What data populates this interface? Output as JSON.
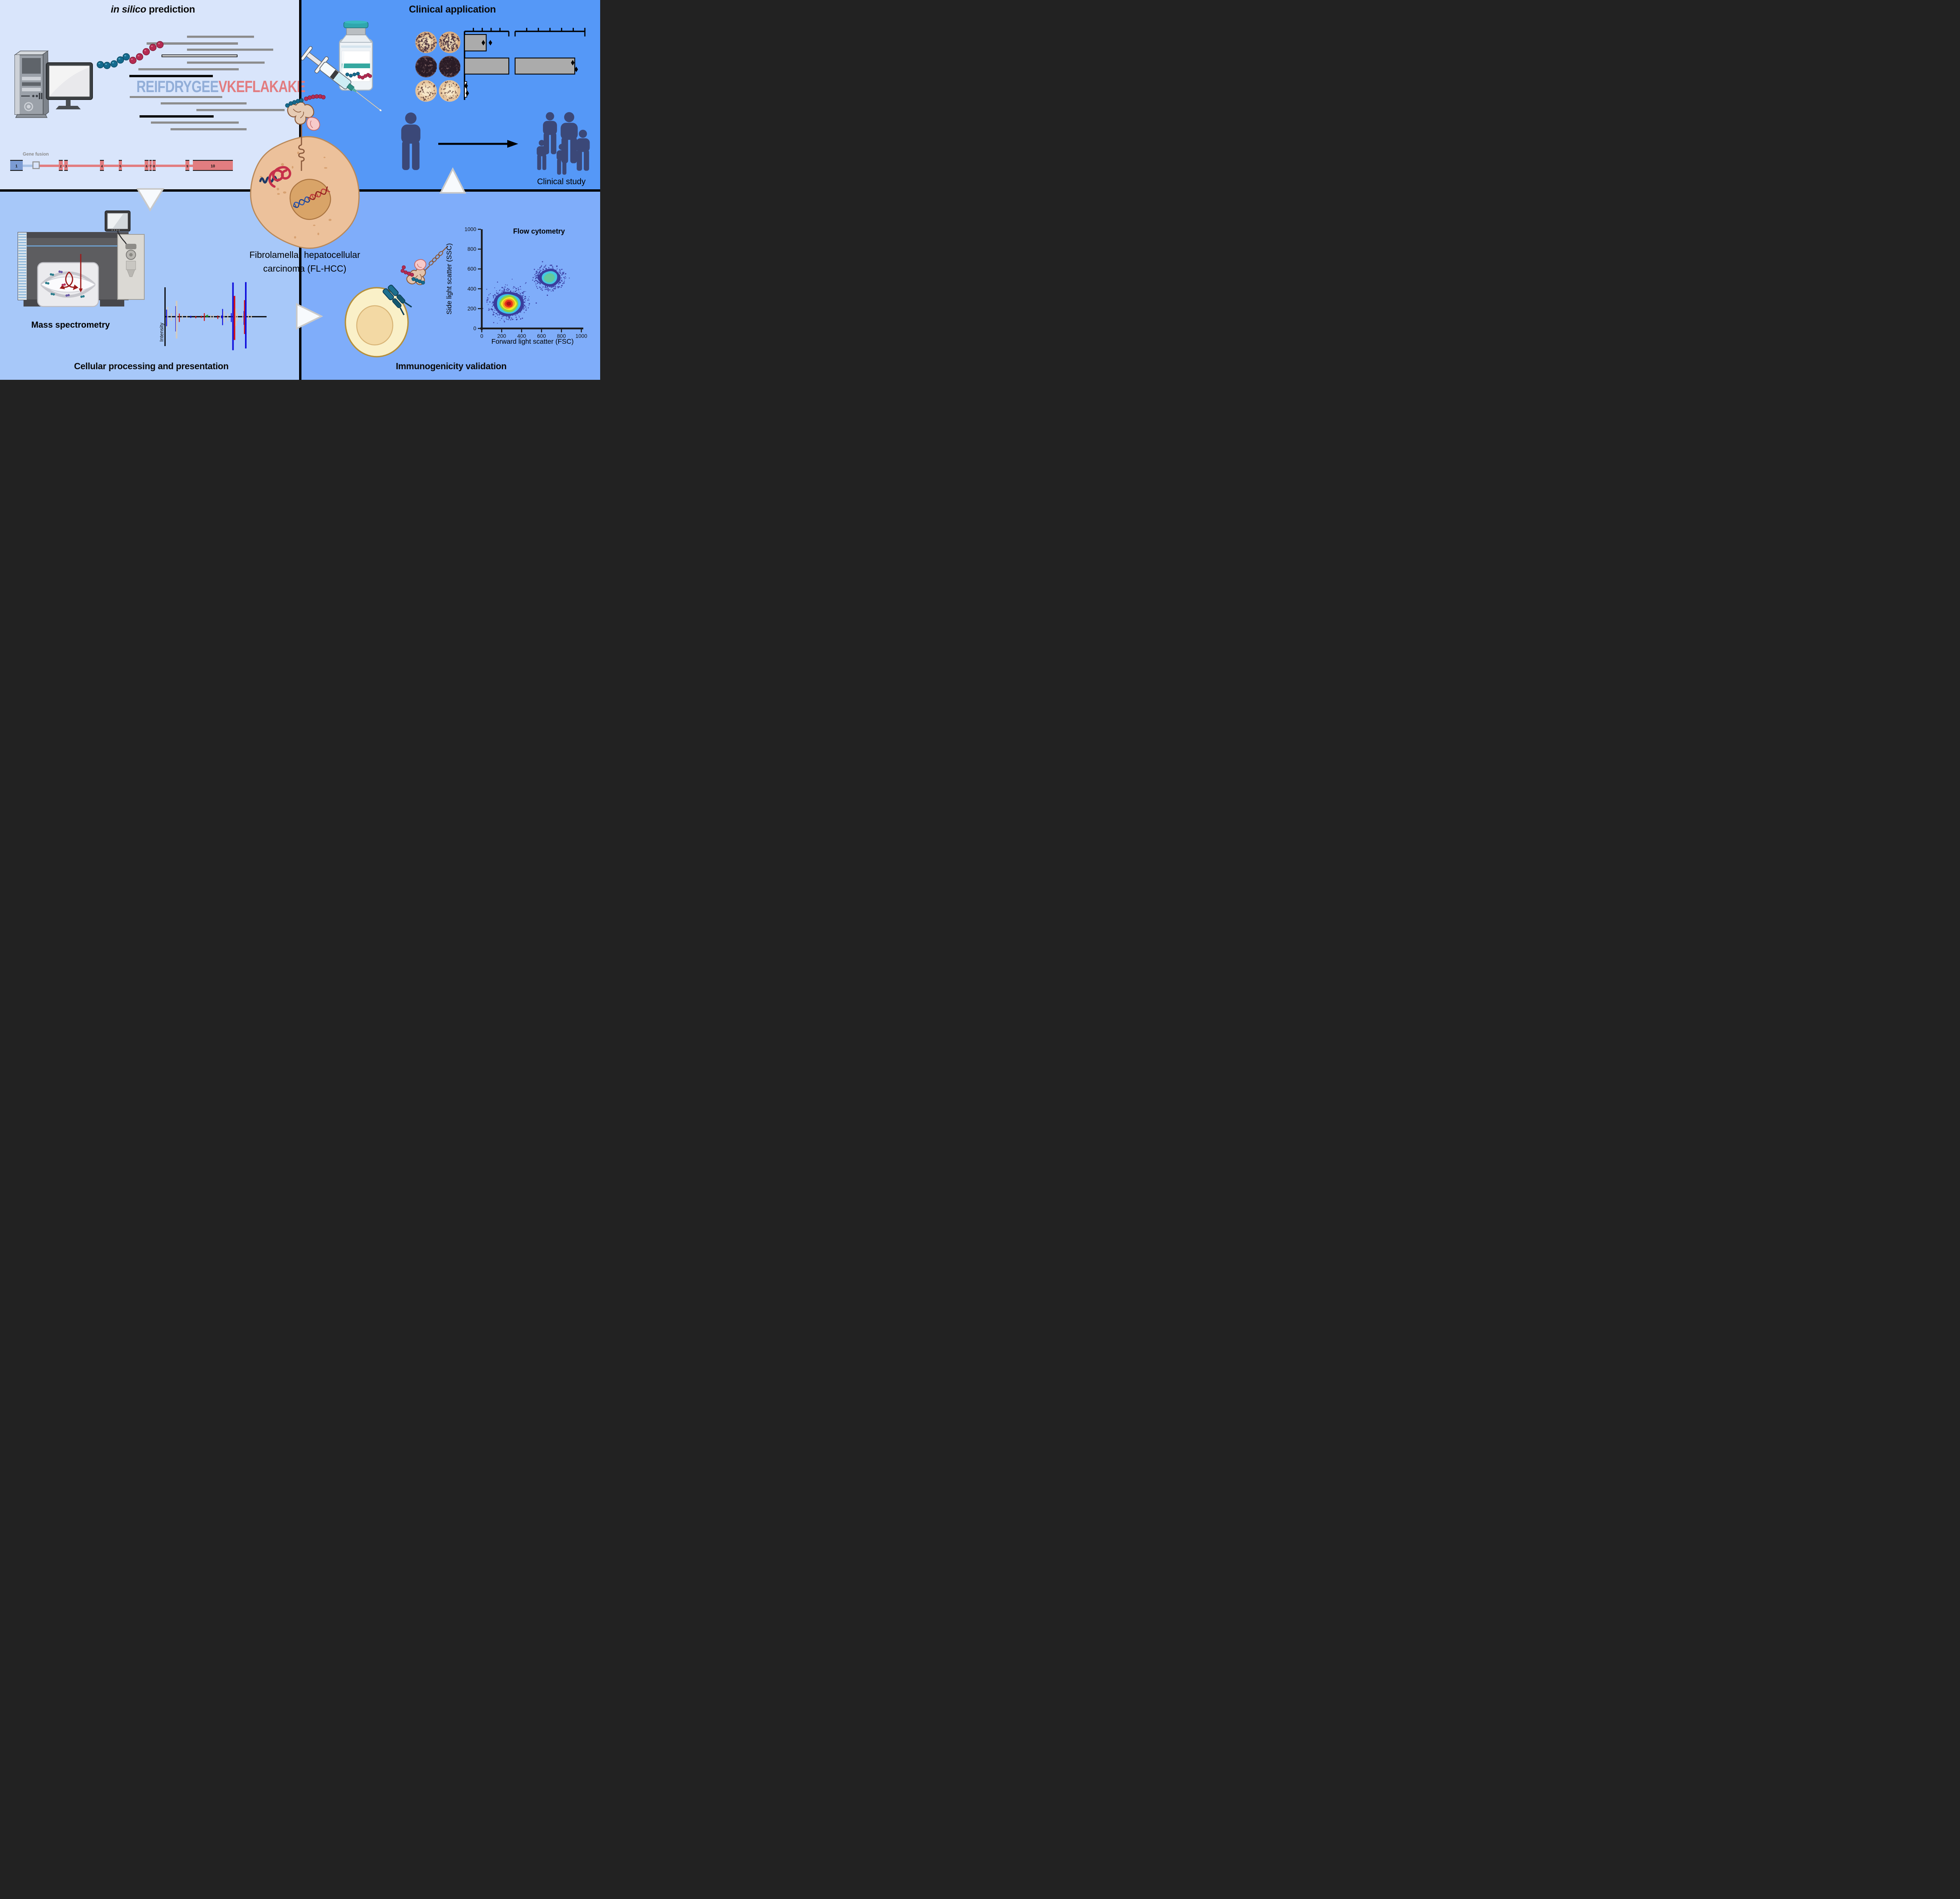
{
  "quadrants": {
    "top_left": {
      "bg": "#d9e5fb",
      "title_italic": "in silico",
      "title_rest": " prediction"
    },
    "top_right": {
      "bg": "#5598f7",
      "title": "Clinical application",
      "clinical_study_label": "Clinical study"
    },
    "bottom_left": {
      "bg": "#a7c8f9",
      "title": "Cellular processing and presentation",
      "mass_spec_label": "Mass spectrometry"
    },
    "bottom_right": {
      "bg": "#7fadfa",
      "title": "Immunogenicity validation"
    }
  },
  "center": {
    "caption_line1": "Fibrolamellar hepatocellular",
    "caption_line2": "carcinoma (FL-HCC)"
  },
  "sequence": {
    "core": "REIFDRYGEE",
    "neoepitope": "VKEFLAKAKE",
    "core_color": "#92aed8",
    "neo_color": "#e27c80"
  },
  "gene_fusion": {
    "label": "Gene fusion",
    "exons": [
      "1",
      "2",
      "3",
      "4",
      "5",
      "6",
      "7",
      "8",
      "9",
      "10"
    ],
    "exon1_color": "#7b9bd2",
    "exon_color": "#e27d80"
  },
  "elispot": {
    "rows": [
      {
        "spot_density": "medium"
      },
      {
        "spot_density": "high"
      },
      {
        "spot_density": "low"
      }
    ]
  },
  "people": {
    "single_count": 1,
    "group_count": 5,
    "color": "#3b4878"
  },
  "chart_data": [
    {
      "id": "flow_cytometry",
      "type": "scatter",
      "title": "Flow cytometry",
      "xlabel": "Forward light scatter (FSC)",
      "ylabel": "Side light scatter (SSC)",
      "xlim": [
        0,
        1000
      ],
      "ylim": [
        0,
        1000
      ],
      "xticks": [
        0,
        200,
        400,
        600,
        800,
        1000
      ],
      "yticks": [
        0,
        200,
        400,
        600,
        800,
        1000
      ],
      "clusters": [
        {
          "cx": 270,
          "cy": 250,
          "rx": 155,
          "ry": 135,
          "n_dots": 650,
          "dot_color": "#383b9e",
          "core_colors": [
            "#3a3d9d",
            "#3fc4e8",
            "#8fd440",
            "#f4e829",
            "#f59a1e",
            "#e8301f",
            "#aa1313"
          ]
        },
        {
          "cx": 680,
          "cy": 510,
          "rx": 118,
          "ry": 96,
          "n_dots": 430,
          "dot_color": "#383b9e",
          "core_colors": [
            "#3a3d9d",
            "#45c8e2",
            "#63c99e"
          ]
        }
      ]
    },
    {
      "id": "elispot_bar_chart",
      "type": "bar",
      "orientation": "horizontal",
      "axis_style": "broken top axis, unlabeled ticks",
      "bar_color": "#ababab",
      "rows": [
        {
          "segment": "left",
          "fraction": 0.49,
          "marker_count": 2
        },
        {
          "segment": "right",
          "fraction": 0.855,
          "marker_count": 2
        },
        {
          "segment": "left",
          "fraction": 0.05,
          "marker_count": 2
        }
      ]
    },
    {
      "id": "mass_spectrum",
      "type": "line",
      "ylabel": "Intensity",
      "style": "mirrored peaks above and below baseline",
      "colors": {
        "B": "#1212dd",
        "R": "#d41414",
        "T": "#d4cbbf",
        "G": "#1e941e"
      },
      "peaks": [
        [
          0.008,
          0.2,
          0.27,
          "B"
        ],
        [
          0.02,
          0.28,
          0.29,
          "T"
        ],
        [
          0.055,
          0.1,
          0.12,
          "T"
        ],
        [
          0.1,
          0.3,
          0.42,
          "B"
        ],
        [
          0.108,
          0.45,
          0.62,
          "T"
        ],
        [
          0.135,
          0.09,
          0.15,
          "R"
        ],
        [
          0.165,
          0.06,
          0.07,
          "T"
        ],
        [
          0.21,
          0.035,
          0.045,
          "T"
        ],
        [
          0.25,
          0.025,
          0.035,
          "B"
        ],
        [
          0.3,
          0.02,
          0.045,
          "R"
        ],
        [
          0.355,
          0.025,
          0.035,
          "R"
        ],
        [
          0.385,
          0.1,
          0.12,
          "R"
        ],
        [
          0.405,
          0.045,
          0.012,
          "G"
        ],
        [
          0.418,
          0.055,
          0.012,
          "G"
        ],
        [
          0.45,
          0.045,
          0.065,
          "T"
        ],
        [
          0.475,
          0.05,
          0.07,
          "T"
        ],
        [
          0.52,
          0.035,
          0.065,
          "R"
        ],
        [
          0.545,
          0.045,
          0.055,
          "T"
        ],
        [
          0.558,
          0.035,
          0.045,
          "B"
        ],
        [
          0.568,
          0.22,
          0.24,
          "B"
        ],
        [
          0.582,
          0.15,
          0.17,
          "T"
        ],
        [
          0.62,
          0.09,
          0.11,
          "T"
        ],
        [
          0.655,
          0.1,
          0.15,
          "B"
        ],
        [
          0.672,
          0.97,
          0.95,
          "B"
        ],
        [
          0.687,
          0.59,
          0.66,
          "R"
        ],
        [
          0.7,
          0.23,
          0.26,
          "T"
        ],
        [
          0.715,
          0.1,
          0.12,
          "T"
        ],
        [
          0.77,
          0.09,
          0.15,
          "T"
        ],
        [
          0.782,
          0.16,
          0.23,
          "B"
        ],
        [
          0.79,
          0.47,
          0.49,
          "R"
        ],
        [
          0.8,
          0.98,
          0.9,
          "B"
        ],
        [
          0.825,
          0.07,
          0.09,
          "T"
        ],
        [
          0.855,
          0.035,
          0.045,
          "T"
        ]
      ]
    }
  ]
}
